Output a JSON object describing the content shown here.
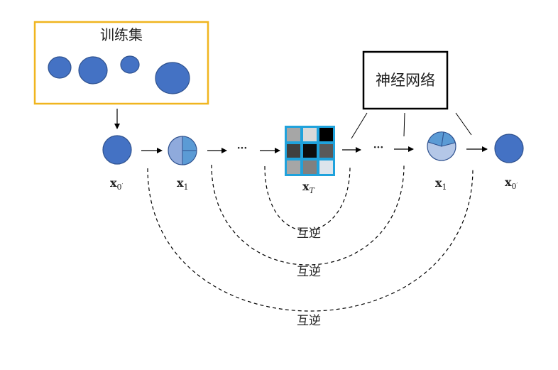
{
  "training_set": {
    "label": "训练集",
    "border_color": "#F0B51F",
    "circle_color": "#4472C4"
  },
  "network": {
    "label": "神经网络"
  },
  "nodes": {
    "x0_left": {
      "symbol": "x",
      "subscript": "0",
      "mark": "′"
    },
    "x1_left": {
      "symbol": "x",
      "subscript": "1"
    },
    "xT": {
      "symbol": "x",
      "subscript": "T"
    },
    "x1_right": {
      "symbol": "x",
      "subscript": "1"
    },
    "x0_right": {
      "symbol": "x",
      "subscript": "0",
      "mark": "′"
    }
  },
  "ellipsis": "···",
  "inverse_labels": [
    "互逆",
    "互逆",
    "互逆"
  ],
  "colors": {
    "node_fill": "#4472C4",
    "node_stroke": "#2F528F",
    "pie_light": "#8FAADC",
    "pie_mid": "#5B9BD5",
    "pie_pale": "#B4C7E7",
    "grid_border": "#1FA2DC"
  },
  "noise_grid": [
    [
      "#A6A6A6",
      "#D9D9D9",
      "#000000"
    ],
    [
      "#404040",
      "#0D0D0D",
      "#595959"
    ],
    [
      "#A6A6A6",
      "#808080",
      "#DDE4EC"
    ]
  ]
}
